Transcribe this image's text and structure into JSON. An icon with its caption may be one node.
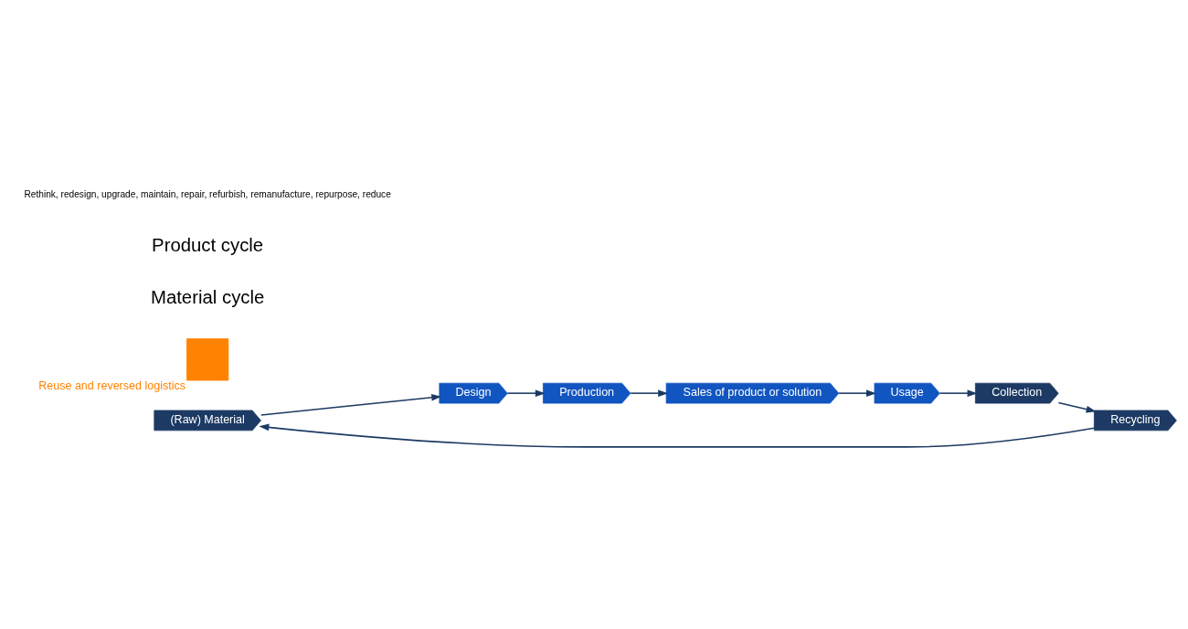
{
  "diagram": {
    "nodes": [
      {
        "text": [
          "(Raw) Material"
        ]
      },
      {
        "text": [
          "Recycling"
        ]
      },
      {
        "text": [
          "Collection"
        ]
      },
      {
        "text": [],
        "shape": "cross",
        "beside": [
          "Reuse and reversed logistics"
        ]
      },
      {
        "text": [
          "Usage"
        ]
      },
      {
        "text": [
          "Sales of product or solution"
        ]
      },
      {
        "text": [
          "Production"
        ]
      },
      {
        "text": [
          "Design"
        ]
      }
    ],
    "edges": [
      {
        "from": 0,
        "to": 7,
        "arrow": "to"
      },
      {
        "from": 7,
        "to": 6,
        "arrow": "to"
      },
      {
        "from": 6,
        "to": 5,
        "arrow": "to"
      },
      {
        "from": 5,
        "to": 4,
        "arrow": "to"
      },
      {
        "from": 4,
        "to": 2,
        "arrow": "to"
      },
      {
        "from": 2,
        "to": 1,
        "arrow": "to"
      },
      {
        "from": 1,
        "to": 0,
        "arrow": "to"
      }
    ],
    "labels": [
      "Material cycle",
      "Product cycle",
      "Rethink, redesign, upgrade, maintain, repair, refurbish, remanufacture, repurpose, reduce"
    ]
  }
}
